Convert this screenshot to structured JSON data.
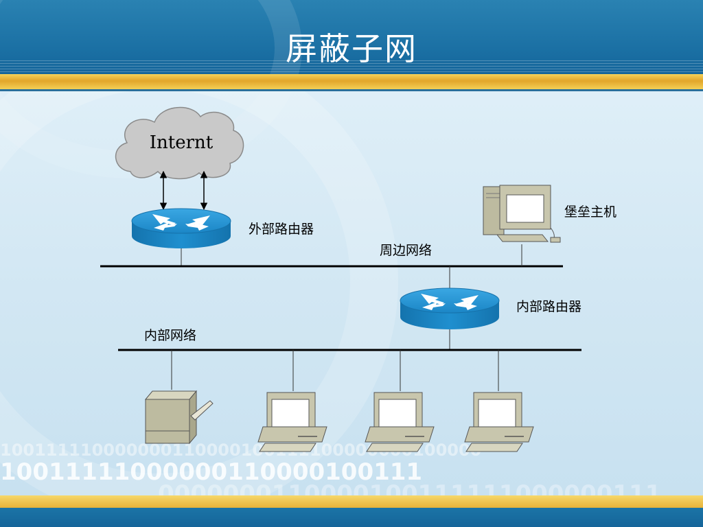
{
  "slide": {
    "title": "屏蔽子网",
    "binary_lines": [
      "100111110000000110000100111100000000100000",
      "10011111000000110000100111",
      "0000000110000100111111000000111"
    ]
  },
  "diagram": {
    "cloud_label": "Internt",
    "external_router_label": "外部路由器",
    "perimeter_network_label": "周边网络",
    "bastion_host_label": "堡垒主机",
    "internal_router_label": "内部路由器",
    "internal_network_label": "内部网络"
  },
  "colors": {
    "header_blue": "#1a6fa3",
    "gold": "#e2a62a",
    "router_blue": "#1f8fcf",
    "cloud_gray": "#c9c9c9"
  },
  "icons": [
    "cloud-icon",
    "router-icon",
    "computer-icon",
    "printer-icon"
  ]
}
